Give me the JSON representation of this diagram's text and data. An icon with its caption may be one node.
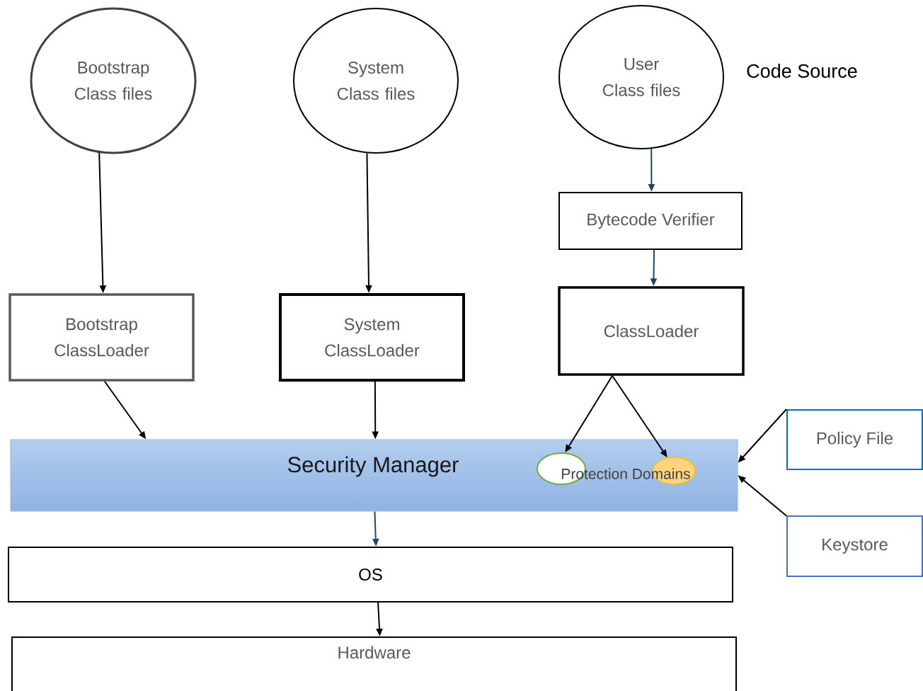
{
  "diagram": {
    "nodes": [
      {
        "text": [
          "Bootstrap Class files"
        ]
      },
      {
        "text": [
          "System Class files"
        ]
      },
      {
        "text": [
          "User Class files"
        ]
      },
      {
        "text": [
          "Bytecode Verifier"
        ]
      },
      {
        "text": [
          "Bootstrap ClassLoader"
        ]
      },
      {
        "text": [
          "System ClassLoader"
        ]
      },
      {
        "text": [
          "ClassLoader"
        ]
      },
      {
        "text": [
          "Security Manager",
          "Protection Domains"
        ]
      },
      {
        "text": [],
        "shape": "circle",
        "in": 7
      },
      {
        "text": [],
        "shape": "circle",
        "in": 7
      },
      {
        "text": [
          "Policy File"
        ]
      },
      {
        "text": [
          "Keystore"
        ]
      },
      {
        "text": [
          "OS"
        ]
      },
      {
        "text": [
          "Hardware"
        ]
      }
    ],
    "edges": [
      {
        "from": 0,
        "to": 4,
        "arrow": "to"
      },
      {
        "from": 1,
        "to": 5,
        "arrow": "to"
      },
      {
        "from": 2,
        "to": 3,
        "arrow": "to",
        "color": "#1b4a5a"
      },
      {
        "from": 3,
        "to": 6,
        "arrow": "to",
        "color": "#1b4a5a"
      },
      {
        "from": 4,
        "to": 7,
        "arrow": "to"
      },
      {
        "from": 5,
        "to": 7,
        "arrow": "to"
      },
      {
        "from": 6,
        "to": 8,
        "arrow": "to"
      },
      {
        "from": 6,
        "to": 9,
        "arrow": "to"
      },
      {
        "from": 10,
        "to": 7,
        "arrow": "to"
      },
      {
        "from": 11,
        "to": 7,
        "arrow": "to"
      },
      {
        "from": 7,
        "to": 12,
        "arrow": "to",
        "color": "#1b4a5a"
      },
      {
        "from": 12,
        "to": 13,
        "arrow": "to"
      }
    ],
    "labels": [
      "Code Source"
    ]
  }
}
